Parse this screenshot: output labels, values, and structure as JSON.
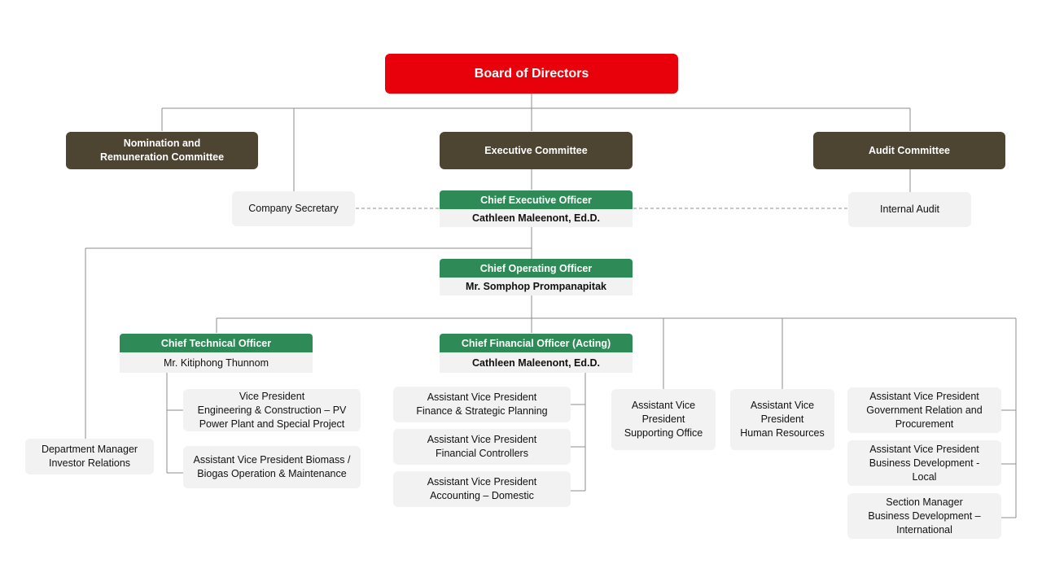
{
  "board": {
    "label": "Board of Directors"
  },
  "committees": {
    "nomination": "Nomination and\nRemuneration Committee",
    "executive": "Executive Committee",
    "audit": "Audit Committee"
  },
  "company_secretary": "Company Secretary",
  "internal_audit": "Internal Audit",
  "ceo": {
    "title": "Chief Executive Officer",
    "name": "Cathleen Maleenont, Ed.D."
  },
  "coo": {
    "title": "Chief Operating Officer",
    "name": "Mr. Somphop Prompanapitak"
  },
  "cto": {
    "title": "Chief Technical Officer",
    "name": "Mr. Kitiphong Thunnom"
  },
  "cfo": {
    "title": "Chief Financial Officer (Acting)",
    "name": "Cathleen Maleenont, Ed.D."
  },
  "investor_relations": "Department Manager\nInvestor Relations",
  "cto_units": [
    "Vice President\nEngineering & Construction – PV\nPower Plant and Special Project",
    "Assistant Vice President Biomass /\nBiogas Operation & Maintenance"
  ],
  "cfo_units": [
    "Assistant Vice President\nFinance & Strategic Planning",
    "Assistant Vice President\nFinancial Controllers",
    "Assistant Vice President\nAccounting – Domestic"
  ],
  "supporting_office": "Assistant Vice\nPresident\nSupporting Office",
  "human_resources": "Assistant Vice\nPresident\nHuman Resources",
  "right_units": [
    "Assistant Vice President\nGovernment Relation and\nProcurement",
    "Assistant Vice President\nBusiness Development -\nLocal",
    "Section Manager\nBusiness Development –\nInternational"
  ],
  "colors": {
    "board": "#e8000b",
    "committee": "#4d4431",
    "officer": "#2e8b57",
    "unit": "#f2f2f2",
    "line": "#8c8c8c"
  }
}
